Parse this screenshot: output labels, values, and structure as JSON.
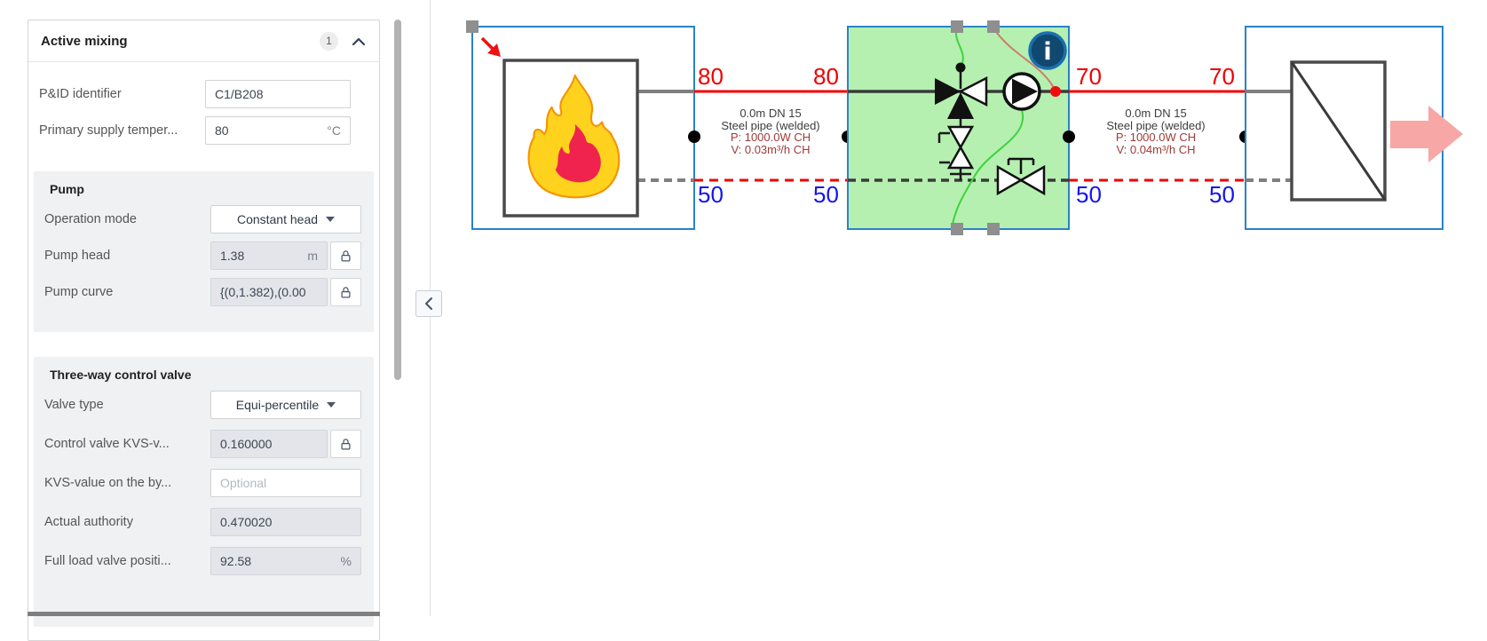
{
  "sidebar": {
    "header": {
      "title": "Active mixing",
      "badge": "1"
    },
    "fields": {
      "pid": {
        "label": "P&ID identifier",
        "value": "C1/B208"
      },
      "primary_supply": {
        "label": "Primary supply temper...",
        "value": "80",
        "unit": "°C"
      }
    },
    "pump": {
      "title": "Pump",
      "operation_mode": {
        "label": "Operation mode",
        "value": "Constant head"
      },
      "pump_head": {
        "label": "Pump head",
        "value": "1.38",
        "unit": "m"
      },
      "pump_curve": {
        "label": "Pump curve",
        "value": "{(0,1.382),(0.00"
      }
    },
    "valve": {
      "title": "Three-way control valve",
      "valve_type": {
        "label": "Valve type",
        "value": "Equi-percentile"
      },
      "kvs": {
        "label": "Control valve KVS-v...",
        "value": "0.160000"
      },
      "kvs_bypass": {
        "label": "KVS-value on the by...",
        "placeholder": "Optional"
      },
      "authority": {
        "label": "Actual authority",
        "value": "0.470020"
      },
      "full_load": {
        "label": "Full load valve positi...",
        "value": "92.58",
        "unit": "%"
      }
    }
  },
  "canvas": {
    "info_glyph": "i",
    "segment1": {
      "supply_left": "80",
      "supply_right": "80",
      "return_left": "50",
      "return_right": "50",
      "annotation": {
        "length": "0.0m DN 15",
        "material": "Steel pipe (welded)",
        "power": "P: 1000.0W CH",
        "flow": "V: 0.03m³/h CH"
      }
    },
    "segment2": {
      "supply_left": "70",
      "supply_right": "70",
      "return_left": "50",
      "return_right": "50",
      "annotation": {
        "length": "0.0m DN 15",
        "material": "Steel pipe (welded)",
        "power": "P: 1000.0W CH",
        "flow": "V: 0.04m³/h CH"
      }
    }
  },
  "icons": {
    "chevron_up": "collapse-section",
    "chevron_left": "collapse-panel",
    "lock": "locked-value",
    "caret_down": "open-dropdown",
    "info": "component-info",
    "diagonal_arrow": "flow-direction",
    "flame": "heat-source"
  },
  "colors": {
    "selection_blue": "#2a83c5",
    "component_green": "#b5f0b0",
    "supply_red": "#f00000",
    "return_label_blue": "#1414f0",
    "annotation_maroon": "#a03a3a",
    "pipe_gray": "#7f7f7f",
    "pipe_dark": "#3a3a3a",
    "info_blue": "#10486f",
    "flame_yellow": "#ffd21e",
    "flame_red": "#ee2150",
    "arrow_pink": "#f8a7a7",
    "handle_gray": "#8f8f8f"
  }
}
